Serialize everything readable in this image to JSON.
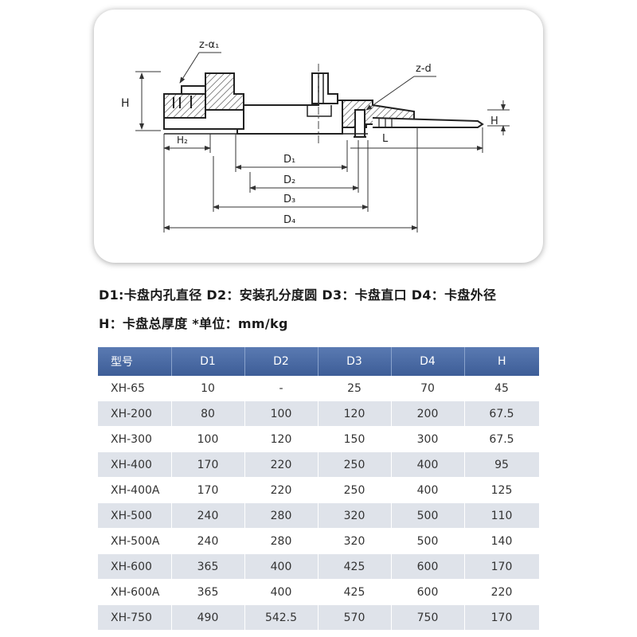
{
  "drawing": {
    "labels": {
      "z_a1": "z-α₁",
      "z_d": "z-d",
      "H_left": "H",
      "H_right": "H",
      "H2": "H₂",
      "L": "L",
      "D1": "D₁",
      "D2": "D₂",
      "D3": "D₃",
      "D4": "D₄"
    }
  },
  "legend": {
    "line1": "D1:卡盘内孔直径  D2：安装孔分度圆  D3：卡盘直口  D4：卡盘外径",
    "line2": "H：卡盘总厚度     *单位：mm/kg"
  },
  "table": {
    "headers": [
      "型号",
      "D1",
      "D2",
      "D3",
      "D4",
      "H"
    ],
    "rows": [
      [
        "XH-65",
        "10",
        "-",
        "25",
        "70",
        "45"
      ],
      [
        "XH-200",
        "80",
        "100",
        "120",
        "200",
        "67.5"
      ],
      [
        "XH-300",
        "100",
        "120",
        "150",
        "300",
        "67.5"
      ],
      [
        "XH-400",
        "170",
        "220",
        "250",
        "400",
        "95"
      ],
      [
        "XH-400A",
        "170",
        "220",
        "250",
        "400",
        "125"
      ],
      [
        "XH-500",
        "240",
        "280",
        "320",
        "500",
        "110"
      ],
      [
        "XH-500A",
        "240",
        "280",
        "320",
        "500",
        "140"
      ],
      [
        "XH-600",
        "365",
        "400",
        "425",
        "600",
        "170"
      ],
      [
        "XH-600A",
        "365",
        "400",
        "425",
        "600",
        "220"
      ],
      [
        "XH-750",
        "490",
        "542.5",
        "570",
        "750",
        "170"
      ]
    ]
  }
}
